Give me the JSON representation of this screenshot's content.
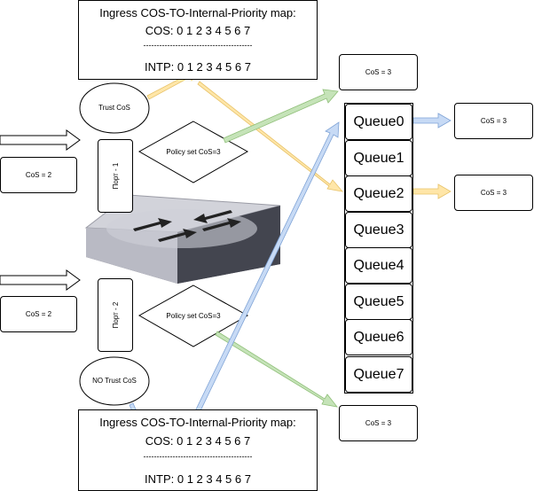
{
  "maps": {
    "top": {
      "title": "Ingress COS-TO-Internal-Priority map:",
      "cos_row": "COS:  0   1   2   3   4   5   6   7",
      "separator": "-----------------------------------------",
      "intp_row": "INTP: 0   1   2   3   4   5   6   7"
    },
    "bottom": {
      "title": "Ingress COS-TO-Internal-Priority map:",
      "cos_row": "COS:  0   1   2   3   4   5   6   7",
      "separator": "-----------------------------------------",
      "intp_row": "INTP: 0   1   2   3   4   5   6   7"
    }
  },
  "ports": {
    "port1": "Порт - 1",
    "port2": "Порт - 2"
  },
  "inputs": {
    "in1": "CoS = 2",
    "in2": "CoS = 2"
  },
  "trust": {
    "trust_label": "Trust CoS",
    "no_trust_label": "NO Trust CoS"
  },
  "policies": {
    "p1": "Policy set CoS=3",
    "p2": "Policy set CoS=3"
  },
  "queues": [
    "Queue0",
    "Queue1",
    "Queue2",
    "Queue3",
    "Queue4",
    "Queue5",
    "Queue6",
    "Queue7"
  ],
  "outputs": {
    "out_top": "CoS = 3",
    "out_q0": "CoS = 3",
    "out_q2": "CoS = 3",
    "out_bottom": "CoS = 3"
  },
  "colors": {
    "yellow": "#FFE6A8",
    "green": "#C5E3B8",
    "blue": "#C7DAF5"
  }
}
